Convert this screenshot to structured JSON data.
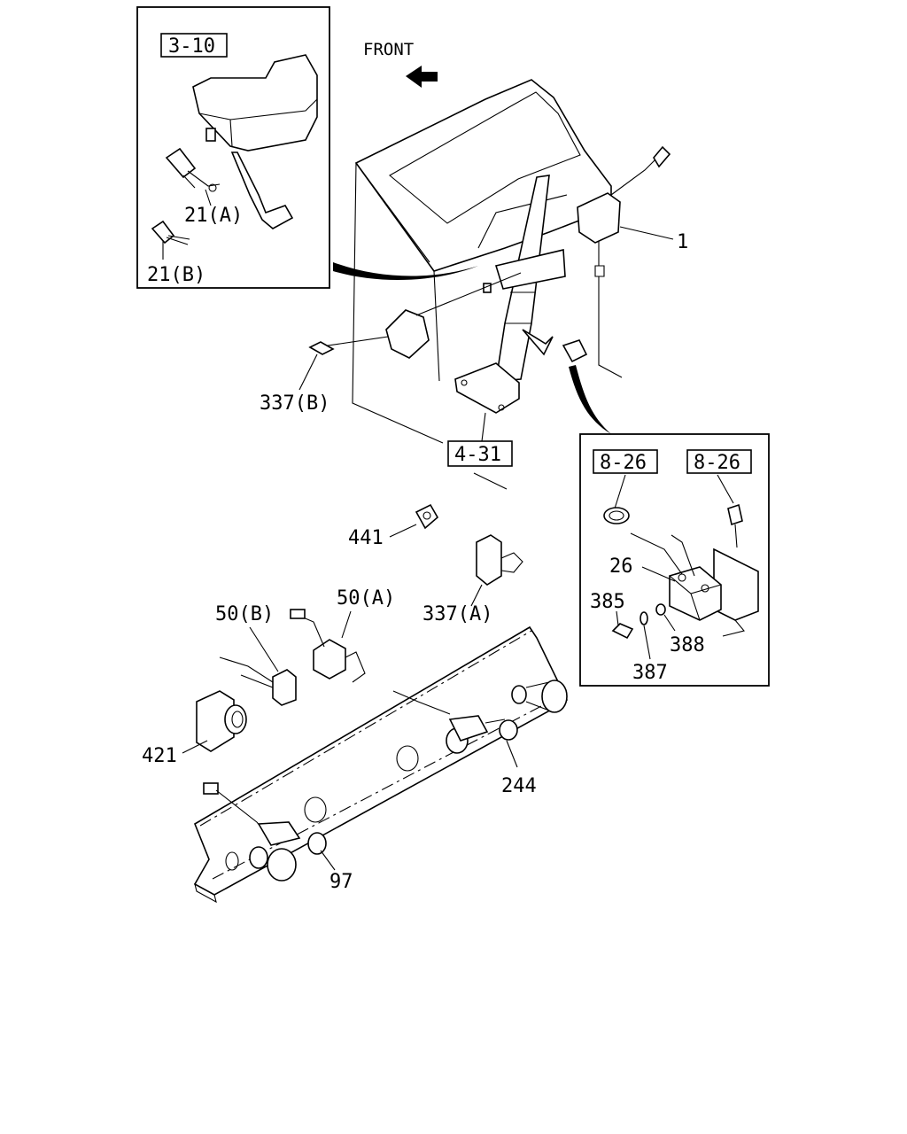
{
  "header": {
    "front_label": "FRONT"
  },
  "refs": {
    "r_3_10": "3-10",
    "r_4_31": "4-31",
    "r_8_26_a": "8-26",
    "r_8_26_b": "8-26"
  },
  "callouts": {
    "p1": "1",
    "p21a": "21(A)",
    "p21b": "21(B)",
    "p337b": "337(B)",
    "p441": "441",
    "p337a": "337(A)",
    "p50b": "50(B)",
    "p50a": "50(A)",
    "p421": "421",
    "p244": "244",
    "p97": "97",
    "p26": "26",
    "p385": "385",
    "p388": "388",
    "p387": "387"
  },
  "icons": [
    "front-arrow-icon"
  ]
}
